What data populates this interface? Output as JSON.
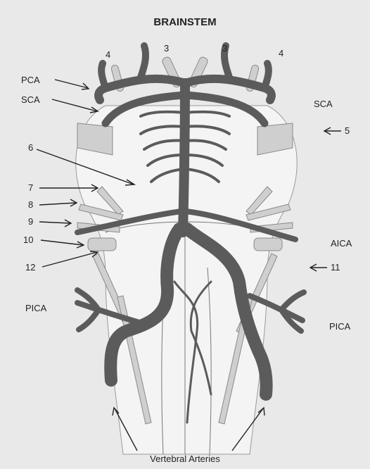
{
  "title": "BRAINSTEM",
  "labels": {
    "pca": "PCA",
    "sca_left": "SCA",
    "sca_right": "SCA",
    "aica": "AICA",
    "pica_left": "PICA",
    "pica_right": "PICA",
    "n3_left": "3",
    "n3_right": "3",
    "n4_left": "4",
    "n4_right": "4",
    "n5": "5",
    "n6": "6",
    "n7": "7",
    "n8": "8",
    "n9": "9",
    "n10": "10",
    "n11": "11",
    "n12": "12",
    "vertebral": "Vertebral Arteries"
  },
  "colors": {
    "artery": "#5b5b5b",
    "nerve": "#cfcfcf",
    "background": "#e9e9e9"
  }
}
